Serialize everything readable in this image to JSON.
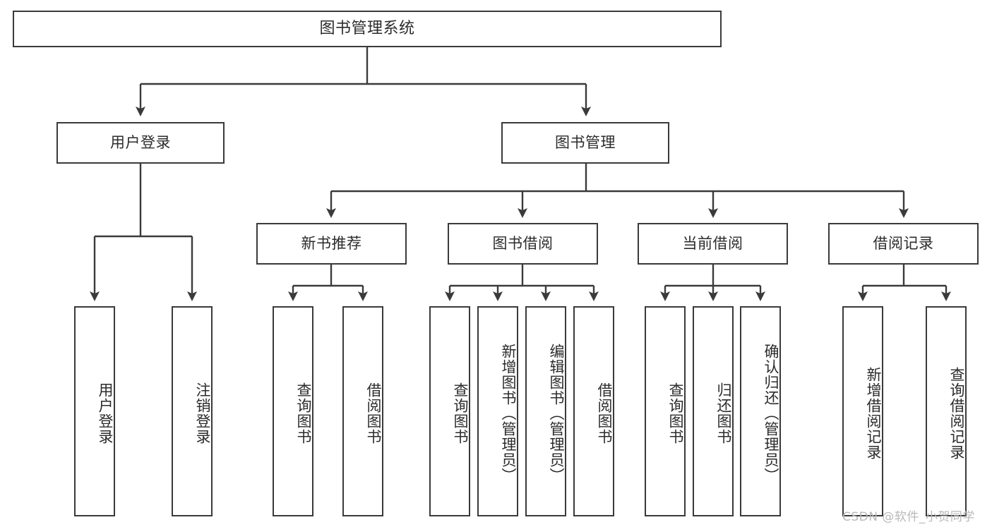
{
  "diagram": {
    "type": "tree-hierarchy",
    "title": "图书管理系统",
    "root": {
      "id": "root",
      "label": "图书管理系统"
    },
    "level2": [
      {
        "id": "user-login",
        "label": "用户登录"
      },
      {
        "id": "book-manage",
        "label": "图书管理"
      }
    ],
    "level3": [
      {
        "id": "new-book-rec",
        "label": "新书推荐",
        "parent": "book-manage"
      },
      {
        "id": "book-borrow",
        "label": "图书借阅",
        "parent": "book-manage"
      },
      {
        "id": "current-borrow",
        "label": "当前借阅",
        "parent": "book-manage"
      },
      {
        "id": "borrow-record",
        "label": "借阅记录",
        "parent": "book-manage"
      }
    ],
    "leaves": [
      {
        "id": "leaf-user-login",
        "label": "用户登录",
        "parent": "user-login"
      },
      {
        "id": "leaf-user-logout",
        "label": "注销登录",
        "parent": "user-login"
      },
      {
        "id": "leaf-query-book-1",
        "label": "查询图书",
        "parent": "new-book-rec"
      },
      {
        "id": "leaf-borrow-book-1",
        "label": "借阅图书",
        "parent": "new-book-rec"
      },
      {
        "id": "leaf-query-book-2",
        "label": "查询图书",
        "parent": "book-borrow"
      },
      {
        "id": "leaf-add-book",
        "label": "新增图书（管理员）",
        "parent": "book-borrow"
      },
      {
        "id": "leaf-edit-book",
        "label": "编辑图书（管理员）",
        "parent": "book-borrow"
      },
      {
        "id": "leaf-borrow-book-2",
        "label": "借阅图书",
        "parent": "book-borrow"
      },
      {
        "id": "leaf-query-book-3",
        "label": "查询图书",
        "parent": "current-borrow"
      },
      {
        "id": "leaf-return-book",
        "label": "归还图书",
        "parent": "current-borrow"
      },
      {
        "id": "leaf-confirm-return",
        "label": "确认归还（管理员）",
        "parent": "current-borrow"
      },
      {
        "id": "leaf-add-record",
        "label": "新增借阅记录",
        "parent": "borrow-record"
      },
      {
        "id": "leaf-query-record",
        "label": "查询借阅记录",
        "parent": "borrow-record"
      }
    ],
    "watermark": "CSDN @软件_小贺同学",
    "colors": {
      "stroke": "#3a3a3a",
      "fill": "#ffffff",
      "text": "#2b2b2b",
      "watermark": "#b9b9b9"
    }
  }
}
